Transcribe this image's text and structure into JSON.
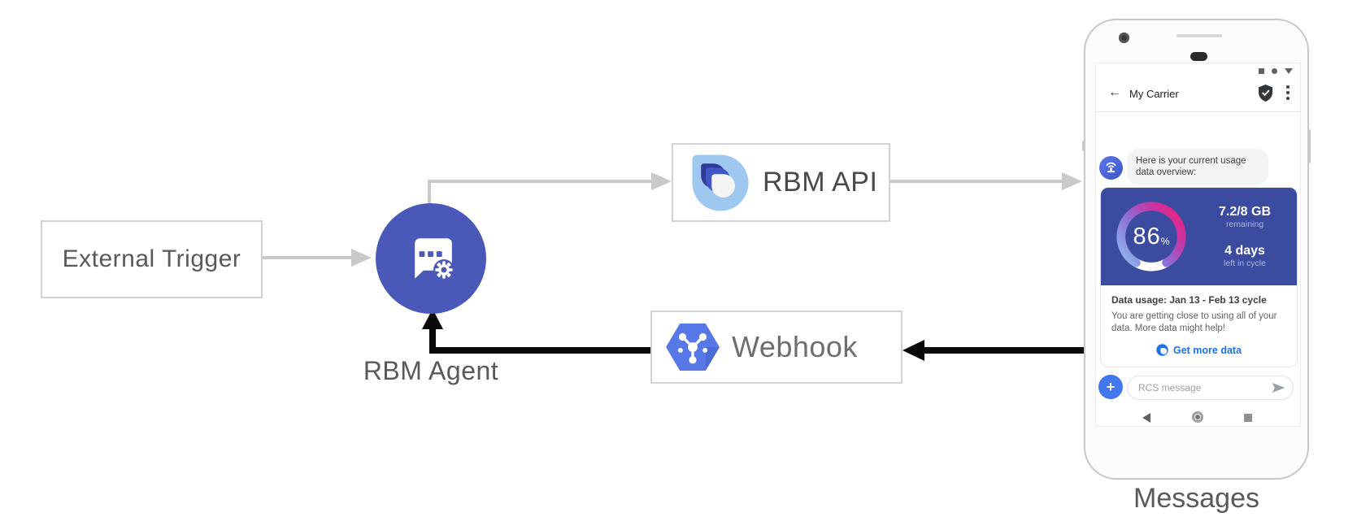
{
  "diagram": {
    "nodes": {
      "external_trigger": "External Trigger",
      "rbm_agent": "RBM Agent",
      "rbm_api": "RBM API",
      "webhook": "Webhook"
    },
    "caption": "Messages"
  },
  "phone": {
    "app_bar": {
      "back_glyph": "←",
      "title": "My Carrier"
    },
    "conversation": {
      "agent_message": "Here is your current usage data overview:"
    },
    "usage_card": {
      "gauge": {
        "percent": "86",
        "unit": "%"
      },
      "stats": [
        {
          "value": "7.2/8 GB",
          "caption": "remaining"
        },
        {
          "value": "4 days",
          "caption": "left in cycle"
        }
      ],
      "title": "Data usage: Jan 13 - Feb 13 cycle",
      "body": "You are getting close to using all of your data. More data might help!",
      "action_label": "Get more data"
    },
    "composer": {
      "placeholder": "RCS message",
      "plus_glyph": "+"
    }
  },
  "icons": {
    "chat-agent-icon": "speech bubble with dots and gear",
    "rbm-api-logo": "layered blue teardrops",
    "webhook-hexagon-icon": "blue hexagon with hub and spokes",
    "router-avatar-icon": "antenna with signal arcs",
    "verified-shield-icon": "shield with checkmark",
    "overflow-menu-icon": "vertical three dots",
    "status-placeholder-icons": "square circle triangle",
    "get-more-data-icon": "blue circle teardrop",
    "send-icon": "paper plane",
    "nav-back-icon": "left triangle",
    "nav-home-icon": "ring",
    "nav-recents-icon": "square"
  },
  "colors": {
    "agent_circle": "#4a59b8",
    "card_background": "#3a4ba0",
    "gauge_gradient": [
      "#8fb7f0",
      "#8e6bd4",
      "#e82380"
    ],
    "gauge_remaining": "#ffffff",
    "link_blue": "#1a73e8",
    "arrow_gray": "#c9c9c9",
    "arrow_black": "#0a0a0a"
  }
}
